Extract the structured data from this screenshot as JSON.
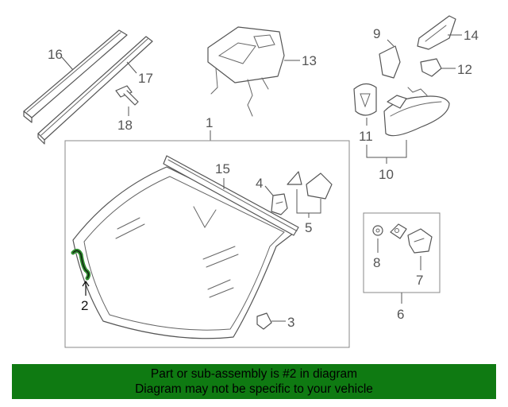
{
  "callouts": {
    "n1": "1",
    "n2": "2",
    "n3": "3",
    "n4": "4",
    "n5": "5",
    "n6": "6",
    "n7": "7",
    "n8": "8",
    "n9": "9",
    "n10": "10",
    "n11": "11",
    "n12": "12",
    "n13": "13",
    "n14": "14",
    "n15": "15",
    "n16": "16",
    "n17": "17",
    "n18": "18"
  },
  "highlight": {
    "part": "2",
    "color": "#2e8b2e"
  },
  "banner": {
    "line1": "Part or sub-assembly is #2 in diagram",
    "line2": "Diagram may not be specific to your vehicle",
    "background": "#0f7a12"
  }
}
